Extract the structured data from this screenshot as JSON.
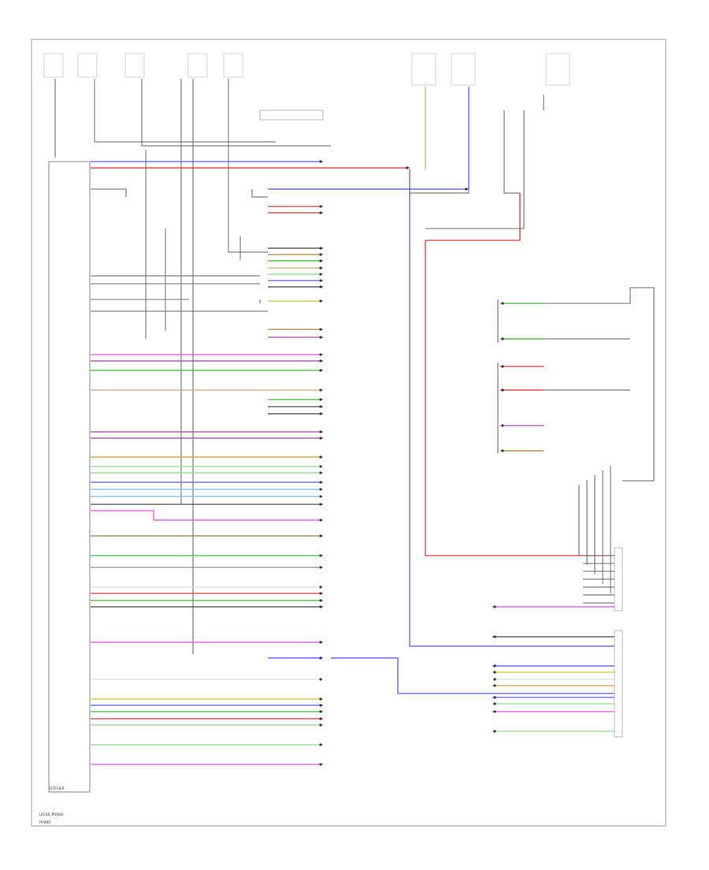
{
  "colors": {
    "white": "#dddddd",
    "gray": "#888888",
    "black": "#444444",
    "blue": "#5555ff",
    "red": "#dd3333",
    "green": "#33bb33",
    "yellow": "#cccc33",
    "pink": "#ee44ee",
    "orange": "#dd9933",
    "violet": "#aa44aa",
    "brown": "#aa7733",
    "ltgreen": "#88dd88",
    "ltblue": "#77bbff",
    "tan": "#ccaa77"
  },
  "module_label": "STITCHER",
  "system_title": "LOCKS, POWER",
  "footer_title": "POWER"
}
